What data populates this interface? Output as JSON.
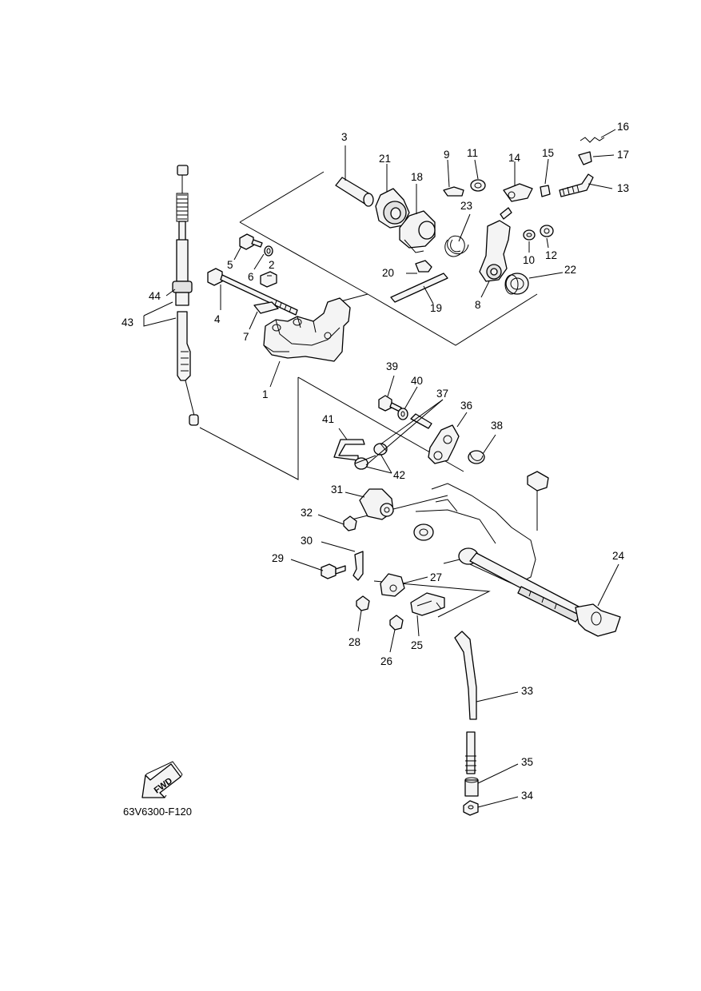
{
  "callouts": [
    {
      "id": "c1",
      "text": "1"
    },
    {
      "id": "c2",
      "text": "2"
    },
    {
      "id": "c3",
      "text": "3"
    },
    {
      "id": "c4",
      "text": "4"
    },
    {
      "id": "c5",
      "text": "5"
    },
    {
      "id": "c6",
      "text": "6"
    },
    {
      "id": "c7",
      "text": "7"
    },
    {
      "id": "c8",
      "text": "8"
    },
    {
      "id": "c9",
      "text": "9"
    },
    {
      "id": "c10",
      "text": "10"
    },
    {
      "id": "c11",
      "text": "11"
    },
    {
      "id": "c12",
      "text": "12"
    },
    {
      "id": "c13",
      "text": "13"
    },
    {
      "id": "c14",
      "text": "14"
    },
    {
      "id": "c15",
      "text": "15"
    },
    {
      "id": "c16",
      "text": "16"
    },
    {
      "id": "c17",
      "text": "17"
    },
    {
      "id": "c18",
      "text": "18"
    },
    {
      "id": "c19",
      "text": "19"
    },
    {
      "id": "c20",
      "text": "20"
    },
    {
      "id": "c21",
      "text": "21"
    },
    {
      "id": "c22",
      "text": "22"
    },
    {
      "id": "c23",
      "text": "23"
    },
    {
      "id": "c24",
      "text": "24"
    },
    {
      "id": "c25",
      "text": "25"
    },
    {
      "id": "c26",
      "text": "26"
    },
    {
      "id": "c27",
      "text": "27"
    },
    {
      "id": "c28",
      "text": "28"
    },
    {
      "id": "c29",
      "text": "29"
    },
    {
      "id": "c30",
      "text": "30"
    },
    {
      "id": "c31",
      "text": "31"
    },
    {
      "id": "c32",
      "text": "32"
    },
    {
      "id": "c33",
      "text": "33"
    },
    {
      "id": "c34",
      "text": "34"
    },
    {
      "id": "c35",
      "text": "35"
    },
    {
      "id": "c36",
      "text": "36"
    },
    {
      "id": "c37",
      "text": "37"
    },
    {
      "id": "c38",
      "text": "38"
    },
    {
      "id": "c39",
      "text": "39"
    },
    {
      "id": "c40",
      "text": "40"
    },
    {
      "id": "c41",
      "text": "41"
    },
    {
      "id": "c42",
      "text": "42"
    },
    {
      "id": "c43",
      "text": "43"
    },
    {
      "id": "c44",
      "text": "44"
    }
  ],
  "fwd_label": "FWD",
  "figure_code": "63V6300-F120",
  "colors": {
    "line": "#000000",
    "part_fill": "#f4f4f4",
    "shade": "#e2e2e2",
    "background": "#ffffff"
  }
}
